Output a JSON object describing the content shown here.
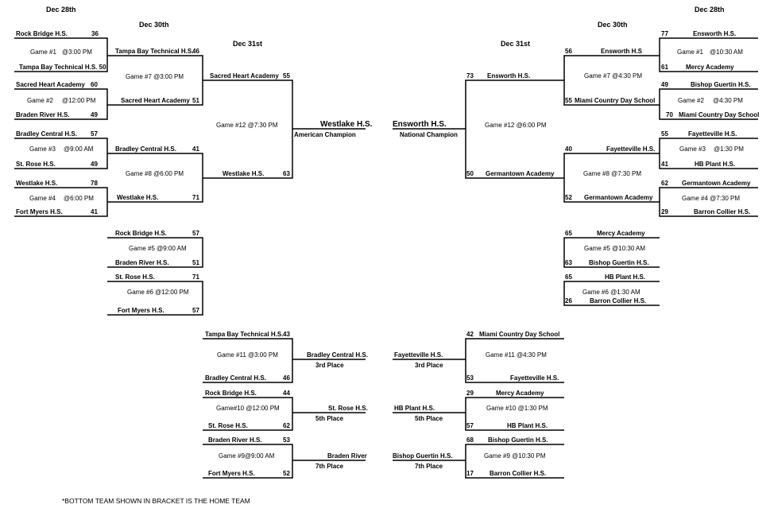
{
  "headers": {
    "left_dec28": "Dec 28th",
    "left_dec30": "Dec 30th",
    "left_dec31": "Dec 31st",
    "right_dec31": "Dec 31st",
    "right_dec30": "Dec 30th",
    "right_dec28": "Dec 28th"
  },
  "champions": {
    "american": {
      "team": "Westlake H.S.",
      "label": "American Champion"
    },
    "national": {
      "team": "Ensworth H.S.",
      "label": "National Champion"
    }
  },
  "left": {
    "r1": [
      {
        "top": "Rock Bridge H.S.",
        "top_score": "36",
        "game": "Game #1",
        "time": "@3:00 PM",
        "bottom": "Tampa Bay Technical H.S. 50",
        "bottom_score": ""
      },
      {
        "top": "Sacred Heart Academy",
        "top_score": "60",
        "game": "Game #2",
        "time": "@12:00 PM",
        "bottom": "Braden River H.S.",
        "bottom_score": "49"
      },
      {
        "top": "Bradley Central H.S.",
        "top_score": "57",
        "game": "Game #3",
        "time": "@9:00 AM",
        "bottom": "St. Rose H.S.",
        "bottom_score": "49"
      },
      {
        "top": "Westlake H.S.",
        "top_score": "78",
        "game": "Game #4",
        "time": "@6:00 PM",
        "bottom": "Fort Myers H.S.",
        "bottom_score": "41"
      }
    ],
    "r2": [
      {
        "top": "Tampa Bay Technical H.S.",
        "top_score": "46",
        "game": "Game #7  @3:00 PM",
        "bottom": "Sacred Heart Academy",
        "bottom_score": "51"
      },
      {
        "top": "Bradley Central H.S.",
        "top_score": "41",
        "game": "Game #8  @6:00 PM",
        "bottom": "Westlake H.S.",
        "bottom_score": "71"
      }
    ],
    "r3": {
      "top": "Sacred Heart Academy",
      "top_score": "55",
      "game": "Game #12  @7:30 PM",
      "bottom": "Westlake H.S.",
      "bottom_score": "63"
    },
    "cons": [
      {
        "top": "Rock Bridge  H.S.",
        "top_score": "57",
        "game": "Game #5  @9:00 AM",
        "bottom": "Braden River H.S.",
        "bottom_score": "51"
      },
      {
        "top": "St. Rose H.S.",
        "top_score": "71",
        "game": "Game #6  @12:00 PM",
        "bottom": "Fort Myers H.S.",
        "bottom_score": "57"
      }
    ],
    "place": [
      {
        "top": "Tampa Bay Technical H.S.",
        "top_score": "43",
        "game": "Game #11 @3:00 PM",
        "bottom": "Bradley Central H.S.",
        "bottom_score": "46",
        "winner": "Bradley Central H.S.",
        "label": "3rd Place"
      },
      {
        "top": "Rock Bridge H.S.",
        "top_score": "44",
        "game": "Game#10  @12:00 PM",
        "bottom": "St. Rose H.S.",
        "bottom_score": "62",
        "winner": "St. Rose H.S.",
        "label": "5th Place"
      },
      {
        "top": "Braden River H.S.",
        "top_score": "53",
        "game": "Game #9@9:00 AM",
        "bottom": "Fort Myers H.S.",
        "bottom_score": "52",
        "winner": "Braden River",
        "label": "7th Place"
      }
    ]
  },
  "right": {
    "r1": [
      {
        "top": "Ensworth H.S.",
        "top_score": "77",
        "game": "Game #1",
        "time": "@10:30 AM",
        "bottom": "Mercy Academy",
        "bottom_score": "61"
      },
      {
        "top": "Bishop Guertin H.S.",
        "top_score": "49",
        "game": "Game #2",
        "time": "@4:30 PM",
        "bottom": "Miami Country Day School",
        "bottom_score": "70"
      },
      {
        "top": "Fayetteville H.S.",
        "top_score": "55",
        "game": "Game #3",
        "time": "@1:30 PM",
        "bottom": "HB Plant H.S.",
        "bottom_score": "41"
      },
      {
        "top": "Germantown Academy",
        "top_score": "62",
        "game": "Game #4 @7:30 PM",
        "time": "",
        "bottom": "Barron Collier H.S.",
        "bottom_score": "29"
      }
    ],
    "r2": [
      {
        "top": "Ensworth H.S",
        "top_score": "56",
        "game": "Game #7 @4:30 PM",
        "bottom": "Miami Country Day School",
        "bottom_score": "55"
      },
      {
        "top": "Fayetteville H.S.",
        "top_score": "40",
        "game": "Game #8  @7:30 PM",
        "bottom": "Germantown Academy",
        "bottom_score": "52"
      }
    ],
    "r3": {
      "top": "Ensworth H.S.",
      "top_score": "73",
      "game": "Game #12 @6:00 PM",
      "bottom": "Germantown Academy",
      "bottom_score": "50"
    },
    "cons": [
      {
        "top": "Mercy Academy",
        "top_score": "65",
        "game": "Game #5  @10:30 AM",
        "bottom": "Bishop Guertin H.S.",
        "bottom_score": "63"
      },
      {
        "top": "HB Plant H.S.",
        "top_score": "65",
        "game": "Game #6   @1:30 AM",
        "bottom": "Barron Collier H.S.",
        "bottom_score": "26"
      }
    ],
    "place": [
      {
        "top": "Miami Country Day School",
        "top_score": "42",
        "game": "Game #11   @4:30 PM",
        "bottom": "Fayetteville H.S.",
        "bottom_score": "53",
        "winner": "Fayetteville H.S.",
        "label": "3rd Place"
      },
      {
        "top": "Mercy Academy",
        "top_score": "29",
        "game": "Game #10  @1:30 PM",
        "bottom": "HB Plant H.S.",
        "bottom_score": "57",
        "winner": "HB Plant H.S.",
        "label": "5th Place"
      },
      {
        "top": "Bishop Guertin H.S.",
        "top_score": "68",
        "game": "Game #9   @10:30 PM",
        "bottom": "Barron Collier H.S.",
        "bottom_score": "17",
        "winner": "Bishop Guertin H.S.",
        "label": "7th Place"
      }
    ]
  },
  "footnote": "*BOTTOM TEAM SHOWN IN BRACKET IS THE HOME TEAM"
}
